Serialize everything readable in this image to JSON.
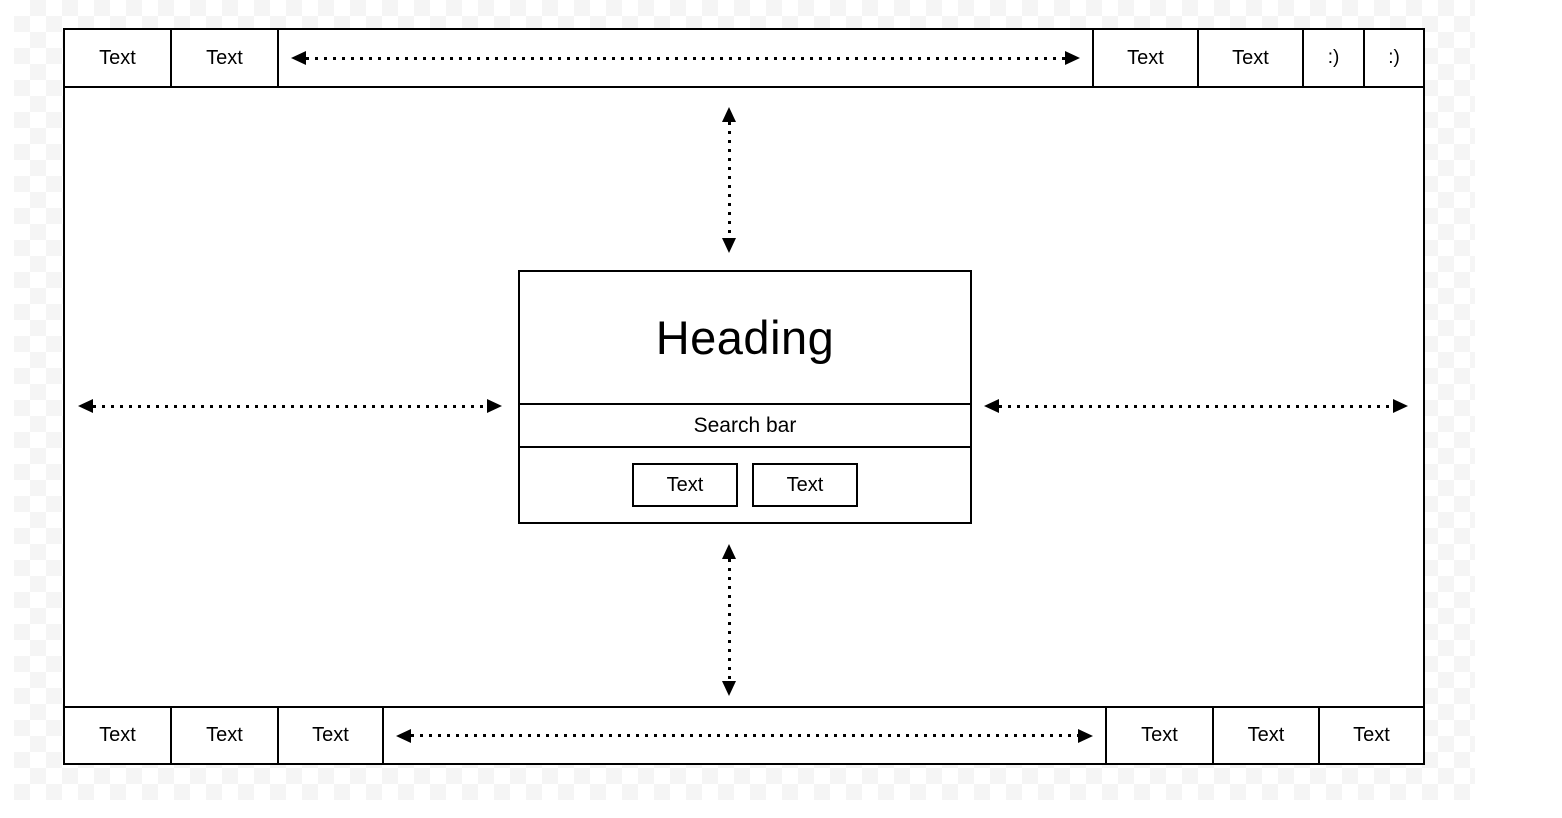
{
  "background": {
    "checker_color": "#f5f5f5",
    "base_color": "#ffffff",
    "border_color": "#000000"
  },
  "top_bar": {
    "item1": "Text",
    "item2": "Text",
    "item3": "Text",
    "item4": "Text",
    "smiley1": ":)",
    "smiley2": ":)"
  },
  "card": {
    "heading": "Heading",
    "search_bar_label": "Search bar",
    "button_left": "Text",
    "button_right": "Text"
  },
  "bottom_bar": {
    "item1": "Text",
    "item2": "Text",
    "item3": "Text",
    "item4": "Text",
    "item5": "Text",
    "item6": "Text"
  }
}
